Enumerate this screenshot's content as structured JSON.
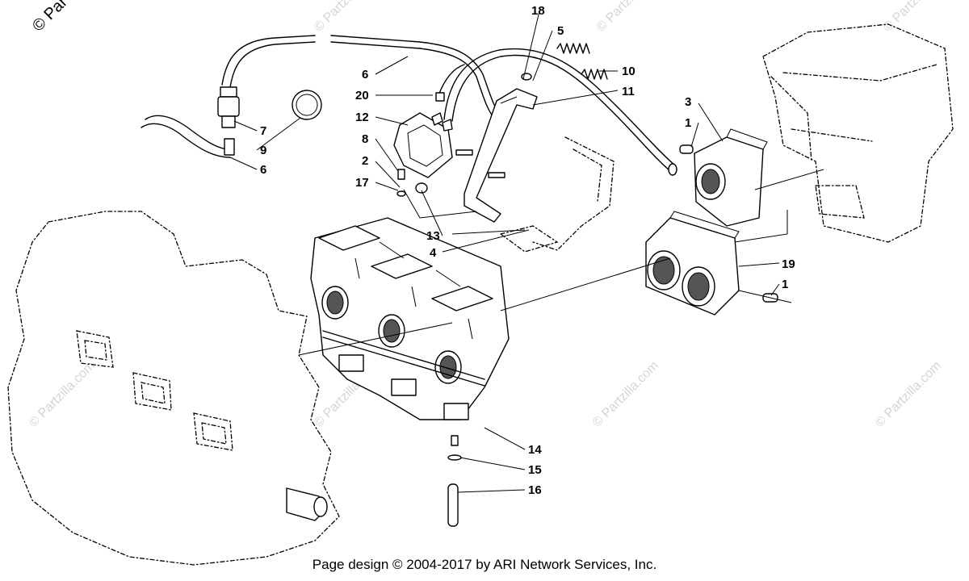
{
  "corner_mark": "© Par",
  "watermark": "© Partzilla.com",
  "credit": "Page design © 2004-2017 by ARI Network Services, Inc.",
  "callouts": [
    {
      "id": "c18",
      "label": "18"
    },
    {
      "id": "c5",
      "label": "5"
    },
    {
      "id": "c10",
      "label": "10"
    },
    {
      "id": "c11",
      "label": "11"
    },
    {
      "id": "c6a",
      "label": "6"
    },
    {
      "id": "c20",
      "label": "20"
    },
    {
      "id": "c12",
      "label": "12"
    },
    {
      "id": "c8",
      "label": "8"
    },
    {
      "id": "c2",
      "label": "2"
    },
    {
      "id": "c17",
      "label": "17"
    },
    {
      "id": "c7",
      "label": "7"
    },
    {
      "id": "c9",
      "label": "9"
    },
    {
      "id": "c6b",
      "label": "6"
    },
    {
      "id": "c3",
      "label": "3"
    },
    {
      "id": "c1a",
      "label": "1"
    },
    {
      "id": "c13",
      "label": "13"
    },
    {
      "id": "c4",
      "label": "4"
    },
    {
      "id": "c19",
      "label": "19"
    },
    {
      "id": "c1b",
      "label": "1"
    },
    {
      "id": "c14",
      "label": "14"
    },
    {
      "id": "c15",
      "label": "15"
    },
    {
      "id": "c16",
      "label": "16"
    }
  ]
}
